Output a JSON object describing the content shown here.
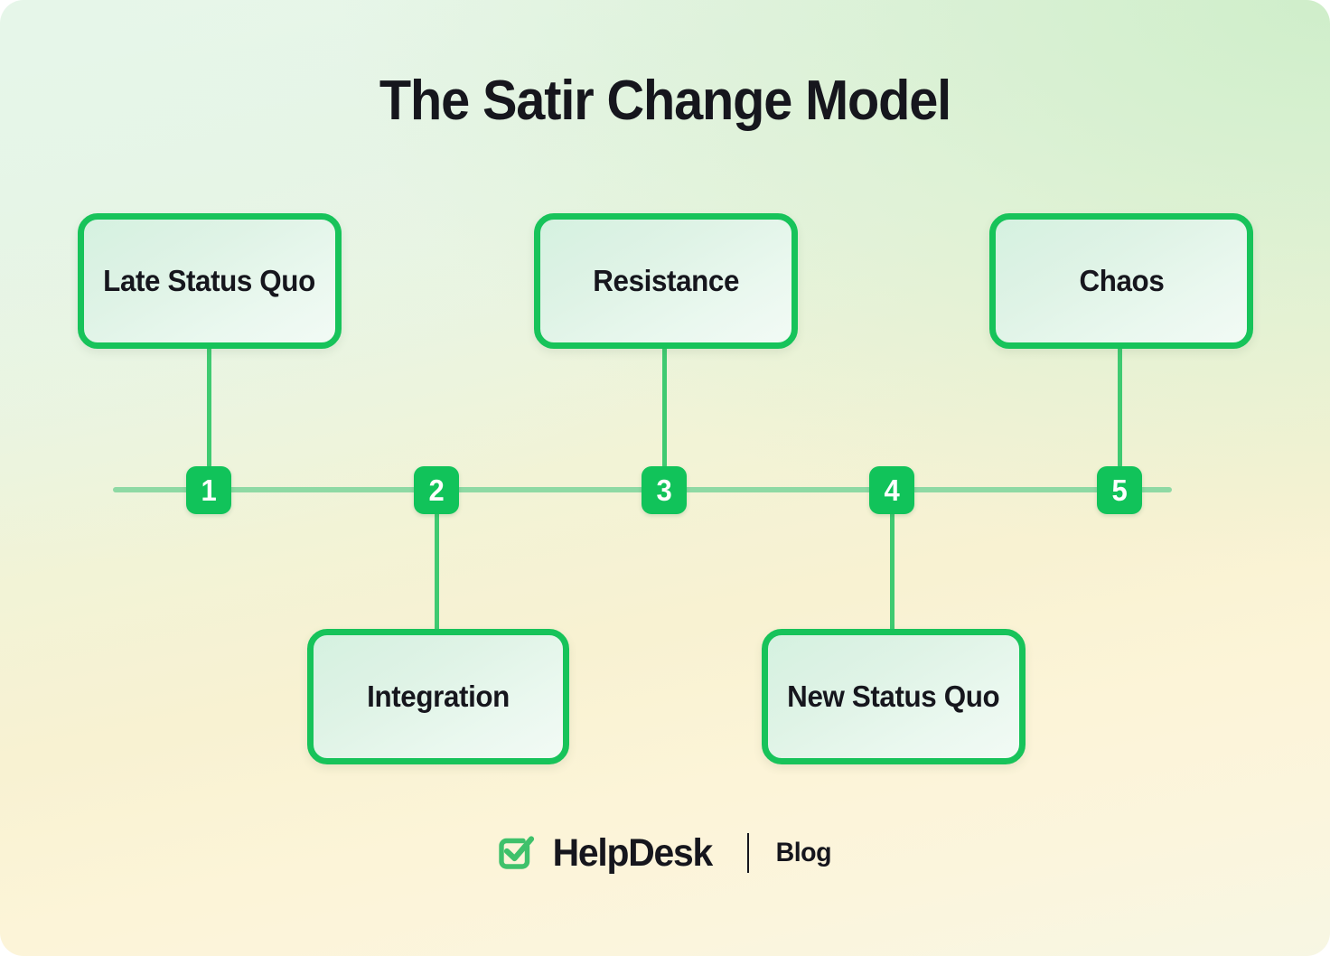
{
  "title": "The Satir Change Model",
  "colors": {
    "accent_green": "#11c35a",
    "box_border": "#17c35a",
    "axis_line": "#8ed9a4",
    "stem": "#3fca71",
    "text_dark": "#16161d",
    "box_fill_top": "#d5f1e0",
    "box_fill_bottom": "#f2faf5",
    "bg_mint": "#e9f6ea",
    "bg_cream": "#fbf5dd"
  },
  "timeline": {
    "axis_label": "timeline-axis",
    "markers": [
      {
        "number": "1",
        "position": "above"
      },
      {
        "number": "2",
        "position": "below"
      },
      {
        "number": "3",
        "position": "above"
      },
      {
        "number": "4",
        "position": "below"
      },
      {
        "number": "5",
        "position": "above"
      }
    ]
  },
  "stages": [
    {
      "number": "1",
      "label": "Late Status Quo",
      "placement": "above"
    },
    {
      "number": "2",
      "label": "Integration",
      "placement": "below"
    },
    {
      "number": "3",
      "label": "Resistance",
      "placement": "above"
    },
    {
      "number": "4",
      "label": "New Status Quo",
      "placement": "below"
    },
    {
      "number": "5",
      "label": "Chaos",
      "placement": "above"
    }
  ],
  "footer": {
    "brand": "HelpDesk",
    "section": "Blog",
    "logo_icon": "checkmark-box-icon"
  }
}
